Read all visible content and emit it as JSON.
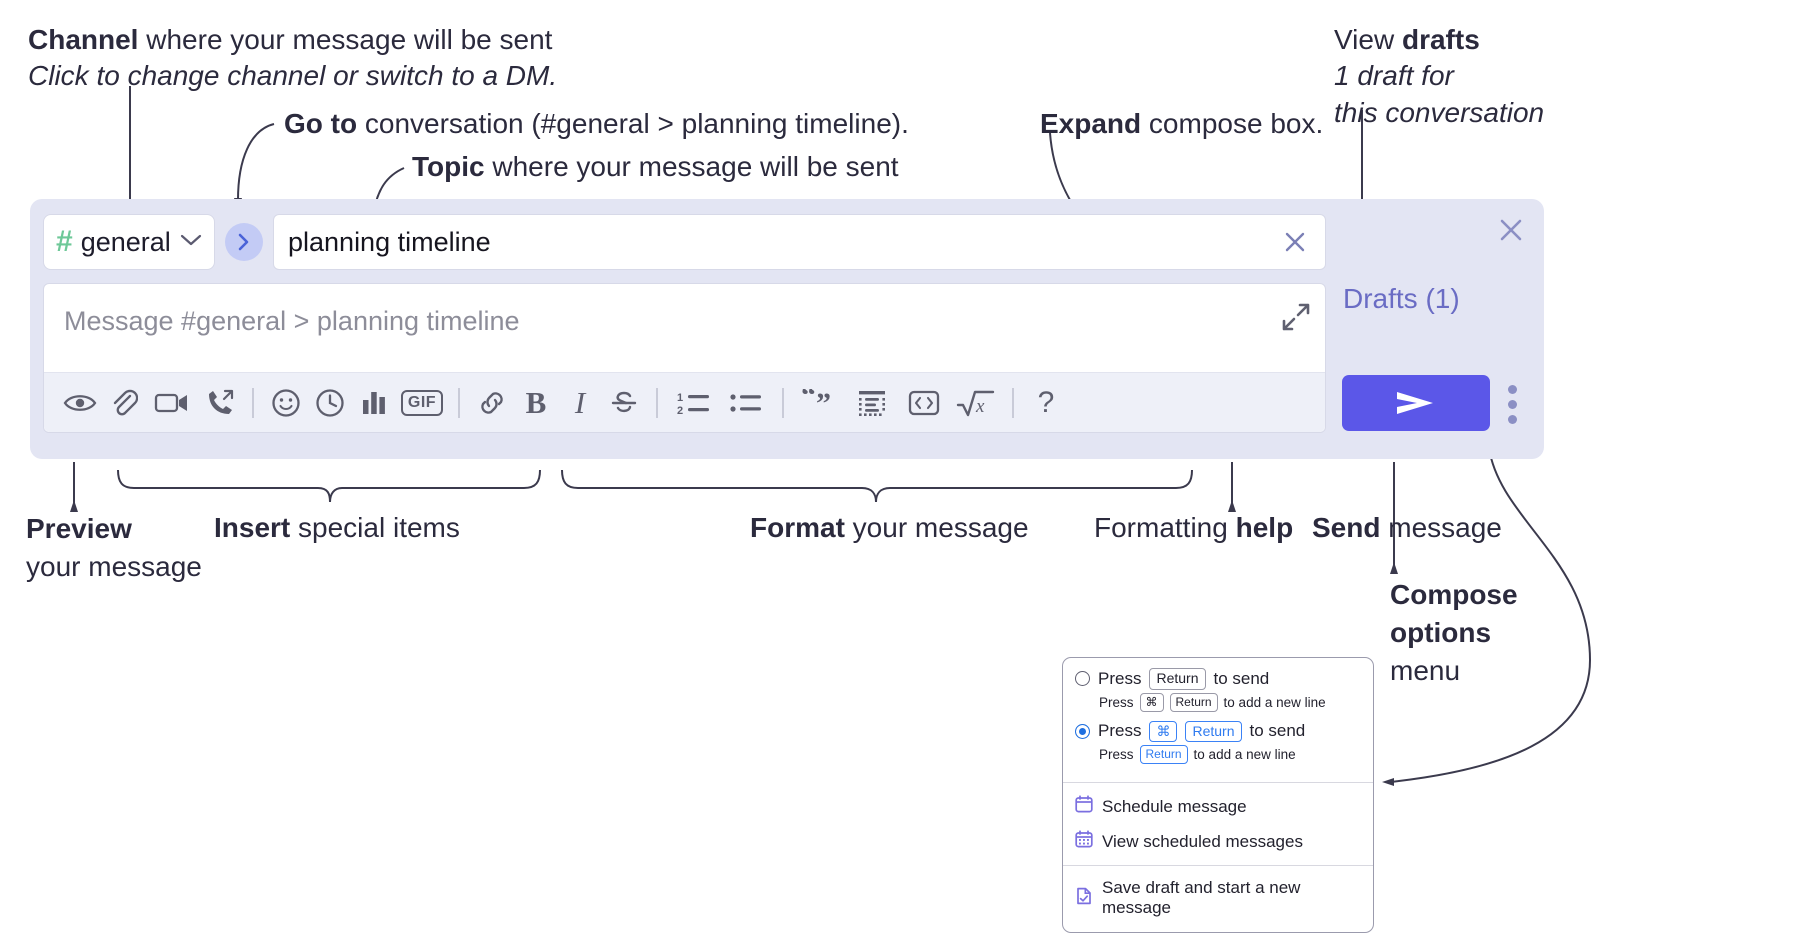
{
  "annotations": {
    "channel": {
      "bold": "Channel",
      "rest": " where your message will be sent",
      "italic": "Click to change channel or switch to a DM."
    },
    "goto": {
      "bold": "Go to",
      "rest": " conversation (#general > planning timeline)."
    },
    "topic": {
      "bold": "Topic",
      "rest": " where your message will be sent"
    },
    "expand": {
      "bold": "Expand",
      "rest": " compose box."
    },
    "drafts": {
      "plain": "View ",
      "bold": "drafts",
      "italic1": "1 draft for",
      "italic2": "this conversation"
    },
    "preview": {
      "bold": "Preview",
      "rest": "your message"
    },
    "insert": {
      "bold": "Insert",
      "rest": " special items"
    },
    "format": {
      "bold": "Format",
      "rest": " your message"
    },
    "help": {
      "plain": "Formatting ",
      "bold": "help"
    },
    "send": {
      "bold": "Send",
      "rest": " message"
    },
    "compose_options": {
      "bold1": "Compose",
      "bold2": "options",
      "rest": "menu"
    }
  },
  "compose": {
    "channel": {
      "hash": "#",
      "name": "general",
      "chevron": "chevron-down-icon"
    },
    "goto_button": "go-to-conversation-icon",
    "topic": {
      "value": "planning timeline",
      "clear": "close-icon"
    },
    "message": {
      "placeholder": "Message #general > planning timeline",
      "value": ""
    },
    "expand_label": "expand-icon",
    "toolbar": [
      {
        "name": "preview-icon",
        "label": "Preview"
      },
      {
        "name": "attachment-icon",
        "label": "Attach file"
      },
      {
        "name": "video-icon",
        "label": "Record video"
      },
      {
        "name": "call-icon",
        "label": "Call"
      },
      {
        "name": "separator",
        "label": ""
      },
      {
        "name": "emoji-icon",
        "label": "Emoji"
      },
      {
        "name": "clock-icon",
        "label": "Reminder"
      },
      {
        "name": "poll-icon",
        "label": "Poll"
      },
      {
        "name": "gif-icon",
        "label": "GIF"
      },
      {
        "name": "separator",
        "label": ""
      },
      {
        "name": "link-icon",
        "label": "Link"
      },
      {
        "name": "bold-icon",
        "label": "B"
      },
      {
        "name": "italic-icon",
        "label": "I"
      },
      {
        "name": "strikethrough-icon",
        "label": "Strikethrough"
      },
      {
        "name": "separator",
        "label": ""
      },
      {
        "name": "ordered-list-icon",
        "label": "Ordered list"
      },
      {
        "name": "bulleted-list-icon",
        "label": "Bulleted list"
      },
      {
        "name": "separator",
        "label": ""
      },
      {
        "name": "blockquote-icon",
        "label": "Blockquote"
      },
      {
        "name": "code-block-icon",
        "label": "Code block"
      },
      {
        "name": "inline-code-icon",
        "label": "Inline code"
      },
      {
        "name": "math-icon",
        "label": "Math"
      },
      {
        "name": "separator",
        "label": ""
      },
      {
        "name": "help-icon",
        "label": "?"
      }
    ]
  },
  "right_panel": {
    "close": "close-icon",
    "drafts_label": "Drafts (1)",
    "send_label": "send-icon",
    "kebab_label": "compose-options-icon"
  },
  "menu": {
    "option1": {
      "selected": false,
      "press": "Press",
      "key": "Return",
      "to_send": "to send",
      "sub_press": "Press",
      "sub_key1": "⌘",
      "sub_key2": "Return",
      "sub_tail": "to add a new line"
    },
    "option2": {
      "selected": true,
      "press": "Press",
      "key1": "⌘",
      "key2": "Return",
      "to_send": "to send",
      "sub_press": "Press",
      "sub_key": "Return",
      "sub_tail": "to add a new line"
    },
    "items": [
      {
        "icon": "calendar-icon",
        "label": "Schedule message"
      },
      {
        "icon": "calendar-grid-icon",
        "label": "View scheduled messages"
      },
      {
        "icon": "save-draft-icon",
        "label": "Save draft and start a new message"
      }
    ]
  },
  "colors": {
    "accent": "#5b57e8",
    "panel_bg": "#e3e5f3",
    "hash_green": "#6ec898",
    "drafts_purple": "#6a6cc4",
    "menu_blue": "#2f7bf0"
  }
}
